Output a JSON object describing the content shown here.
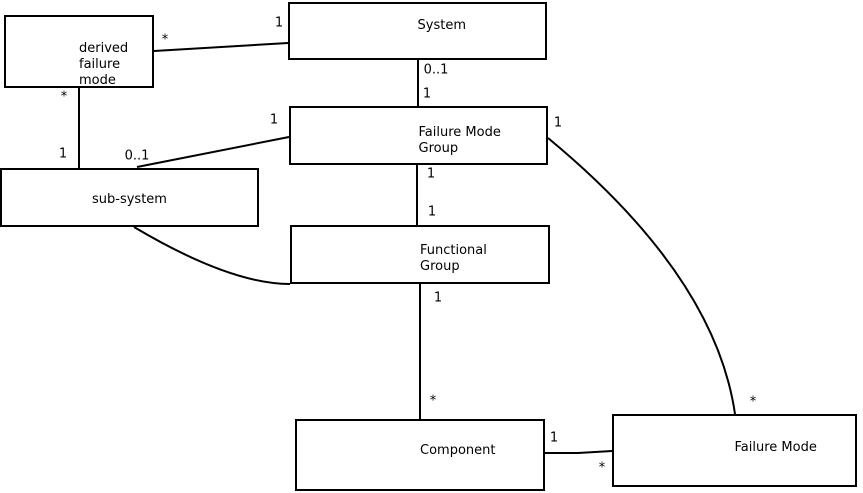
{
  "diagram": {
    "kind": "uml-class-diagram",
    "background_color": "#ffffff",
    "line_color": "#000000",
    "boxes": {
      "derived_failure_mode": {
        "label": "derived\nfailure\nmode"
      },
      "system": {
        "label": "System"
      },
      "failure_mode_group": {
        "label": "Failure Mode\nGroup"
      },
      "sub_system": {
        "label": "sub-system"
      },
      "functional_group": {
        "label": "Functional\nGroup"
      },
      "component": {
        "label": "Component"
      },
      "failure_mode": {
        "label": "Failure Mode"
      }
    },
    "edges": [
      {
        "from": "derived_failure_mode",
        "to": "system",
        "from_mult": "*",
        "to_mult": "1"
      },
      {
        "from": "derived_failure_mode",
        "to": "sub_system",
        "from_mult": "*",
        "to_mult": "1"
      },
      {
        "from": "sub_system",
        "to": "failure_mode_group",
        "from_mult": "0..1",
        "to_mult": "1"
      },
      {
        "from": "system",
        "to": "failure_mode_group",
        "from_mult": "0..1",
        "to_mult": "1"
      },
      {
        "from": "failure_mode_group",
        "to": "functional_group",
        "from_mult": "1",
        "to_mult": "1"
      },
      {
        "from": "functional_group",
        "to": "component",
        "from_mult": "1",
        "to_mult": "*"
      },
      {
        "from": "component",
        "to": "failure_mode",
        "from_mult": "1",
        "to_mult": "*"
      },
      {
        "from": "failure_mode_group",
        "to": "failure_mode",
        "from_mult": "1",
        "to_mult": "*"
      }
    ],
    "multiplicities": [
      {
        "text": "*",
        "near": "derived-failure-mode end of edge to system"
      },
      {
        "text": "1",
        "near": "system end of edge to derived-failure-mode"
      },
      {
        "text": "*",
        "near": "derived-failure-mode end of edge to sub-system"
      },
      {
        "text": "1",
        "near": "sub-system end of edge to derived-failure-mode"
      },
      {
        "text": "0..1",
        "near": "sub-system end of edge to failure-mode-group"
      },
      {
        "text": "1",
        "near": "failure-mode-group end of edge to sub-system"
      },
      {
        "text": "0..1",
        "near": "system end of edge to failure-mode-group"
      },
      {
        "text": "1",
        "near": "failure-mode-group end of edge to system"
      },
      {
        "text": "1",
        "near": "failure-mode-group end of edge to functional-group"
      },
      {
        "text": "1",
        "near": "functional-group end of edge to failure-mode-group"
      },
      {
        "text": "1",
        "near": "functional-group end of edge to component"
      },
      {
        "text": "*",
        "near": "component end of edge to functional-group"
      },
      {
        "text": "1",
        "near": "failure-mode-group end of edge to failure-mode"
      },
      {
        "text": "*",
        "near": "failure-mode end of edge to failure-mode-group"
      },
      {
        "text": "1",
        "near": "component end of edge to failure-mode"
      },
      {
        "text": "*",
        "near": "failure-mode end of edge to component"
      }
    ]
  }
}
